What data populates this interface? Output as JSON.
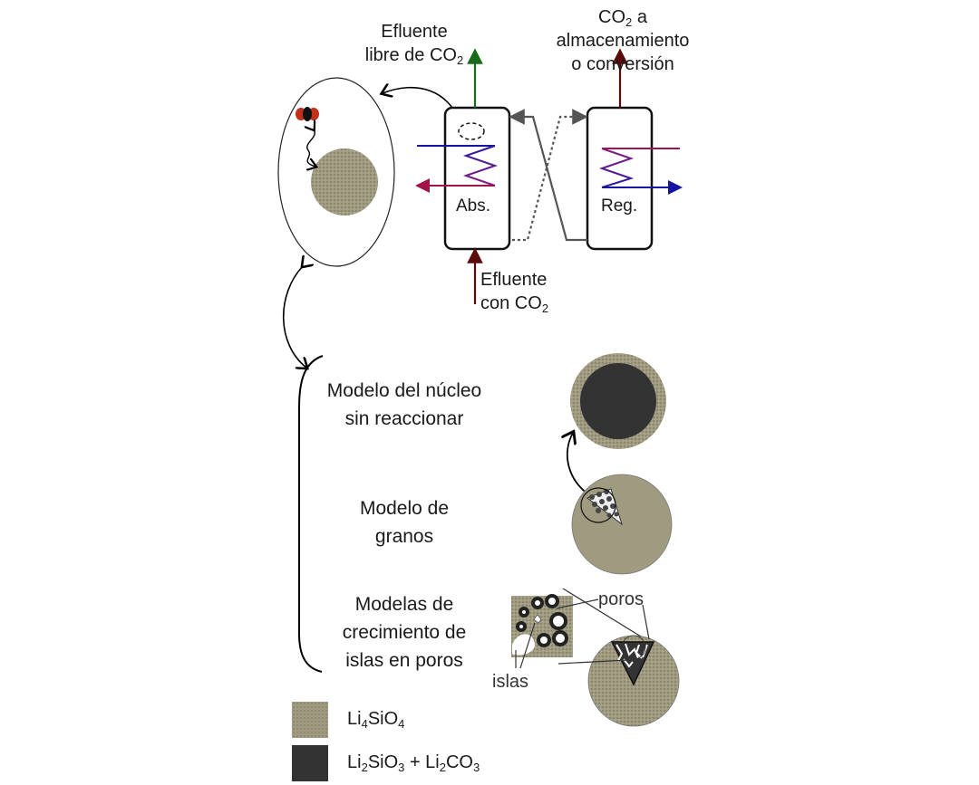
{
  "labels": {
    "effluent_free_l1": "Efluente",
    "effluent_free_l2": "libre de CO",
    "effluent_free_sub": "2",
    "co2_storage_l1_a": "CO",
    "co2_storage_l1_sub": "2",
    "co2_storage_l1_b": " a",
    "co2_storage_l2": "almacenamiento",
    "co2_storage_l3": "o conversión",
    "effluent_co2_l1": "Efluente",
    "effluent_co2_l2": "con CO",
    "effluent_co2_sub": "2",
    "absorber": "Abs.",
    "regenerator": "Reg."
  },
  "models": [
    {
      "l1": "Modelo del núcleo",
      "l2": "sin reaccionar"
    },
    {
      "l1": "Modelo de",
      "l2": "granos"
    },
    {
      "l1": "Modelas de",
      "l2": "crecimiento de",
      "l3": "islas en poros"
    }
  ],
  "annotations": {
    "pores": "poros",
    "islands": "islas"
  },
  "legend": [
    {
      "name": "Li4SiO4",
      "parts": [
        "Li",
        "4",
        "SiO",
        "4"
      ],
      "color": "#a09a80"
    },
    {
      "name": "Li2SiO3 + Li2CO3",
      "parts": [
        "Li",
        "2",
        "SiO",
        "3",
        " + Li",
        "2",
        "CO",
        "3"
      ],
      "color": "#333333"
    }
  ],
  "colors": {
    "sorbent": "#a09a80",
    "product": "#333333",
    "hot_stream": "#a0144a",
    "cold_stream": "#1414a0",
    "coil": "#6a1aa0",
    "clean_outlet": "#1a6b1a",
    "co2_stream": "#5a0a0a",
    "solid_loop": "#555555"
  }
}
